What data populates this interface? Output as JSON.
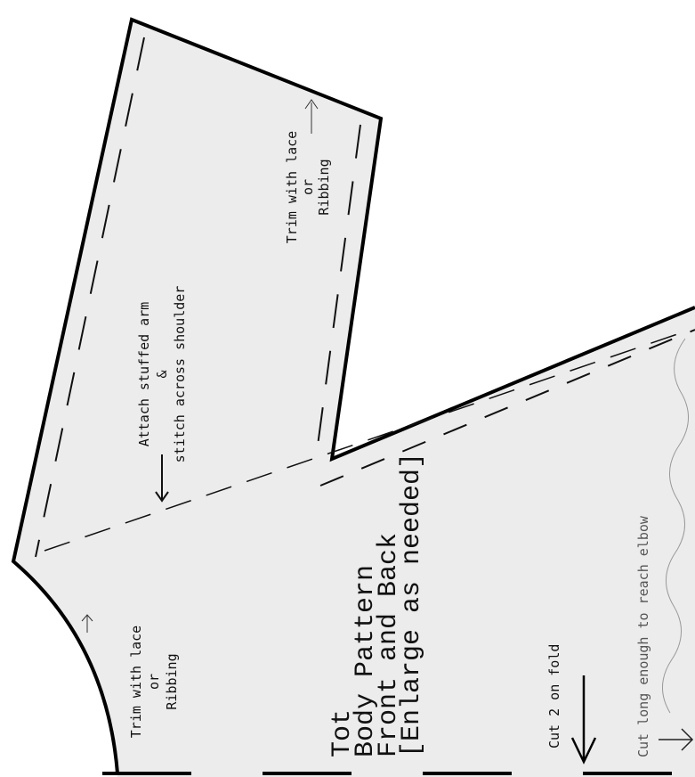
{
  "arm_note": {
    "line1": "Trim with lace",
    "line2": "or",
    "line3": "Ribbing"
  },
  "shoulder_note": {
    "line1": "Attach stuffed arm",
    "line2": "&",
    "line3": "stitch across shoulder"
  },
  "neck_note": {
    "line1": "Trim with lace",
    "line2": "or",
    "line3": "Ribbing"
  },
  "title": {
    "line1": "Tot",
    "line2": "Body Pattern",
    "line3": "Front and Back",
    "line4": "[Enlarge as needed]"
  },
  "fold_note": "Cut 2 on fold",
  "length_note": "Cut long enough to reach elbow",
  "colors": {
    "fill": "#ececec",
    "line": "#000000"
  }
}
